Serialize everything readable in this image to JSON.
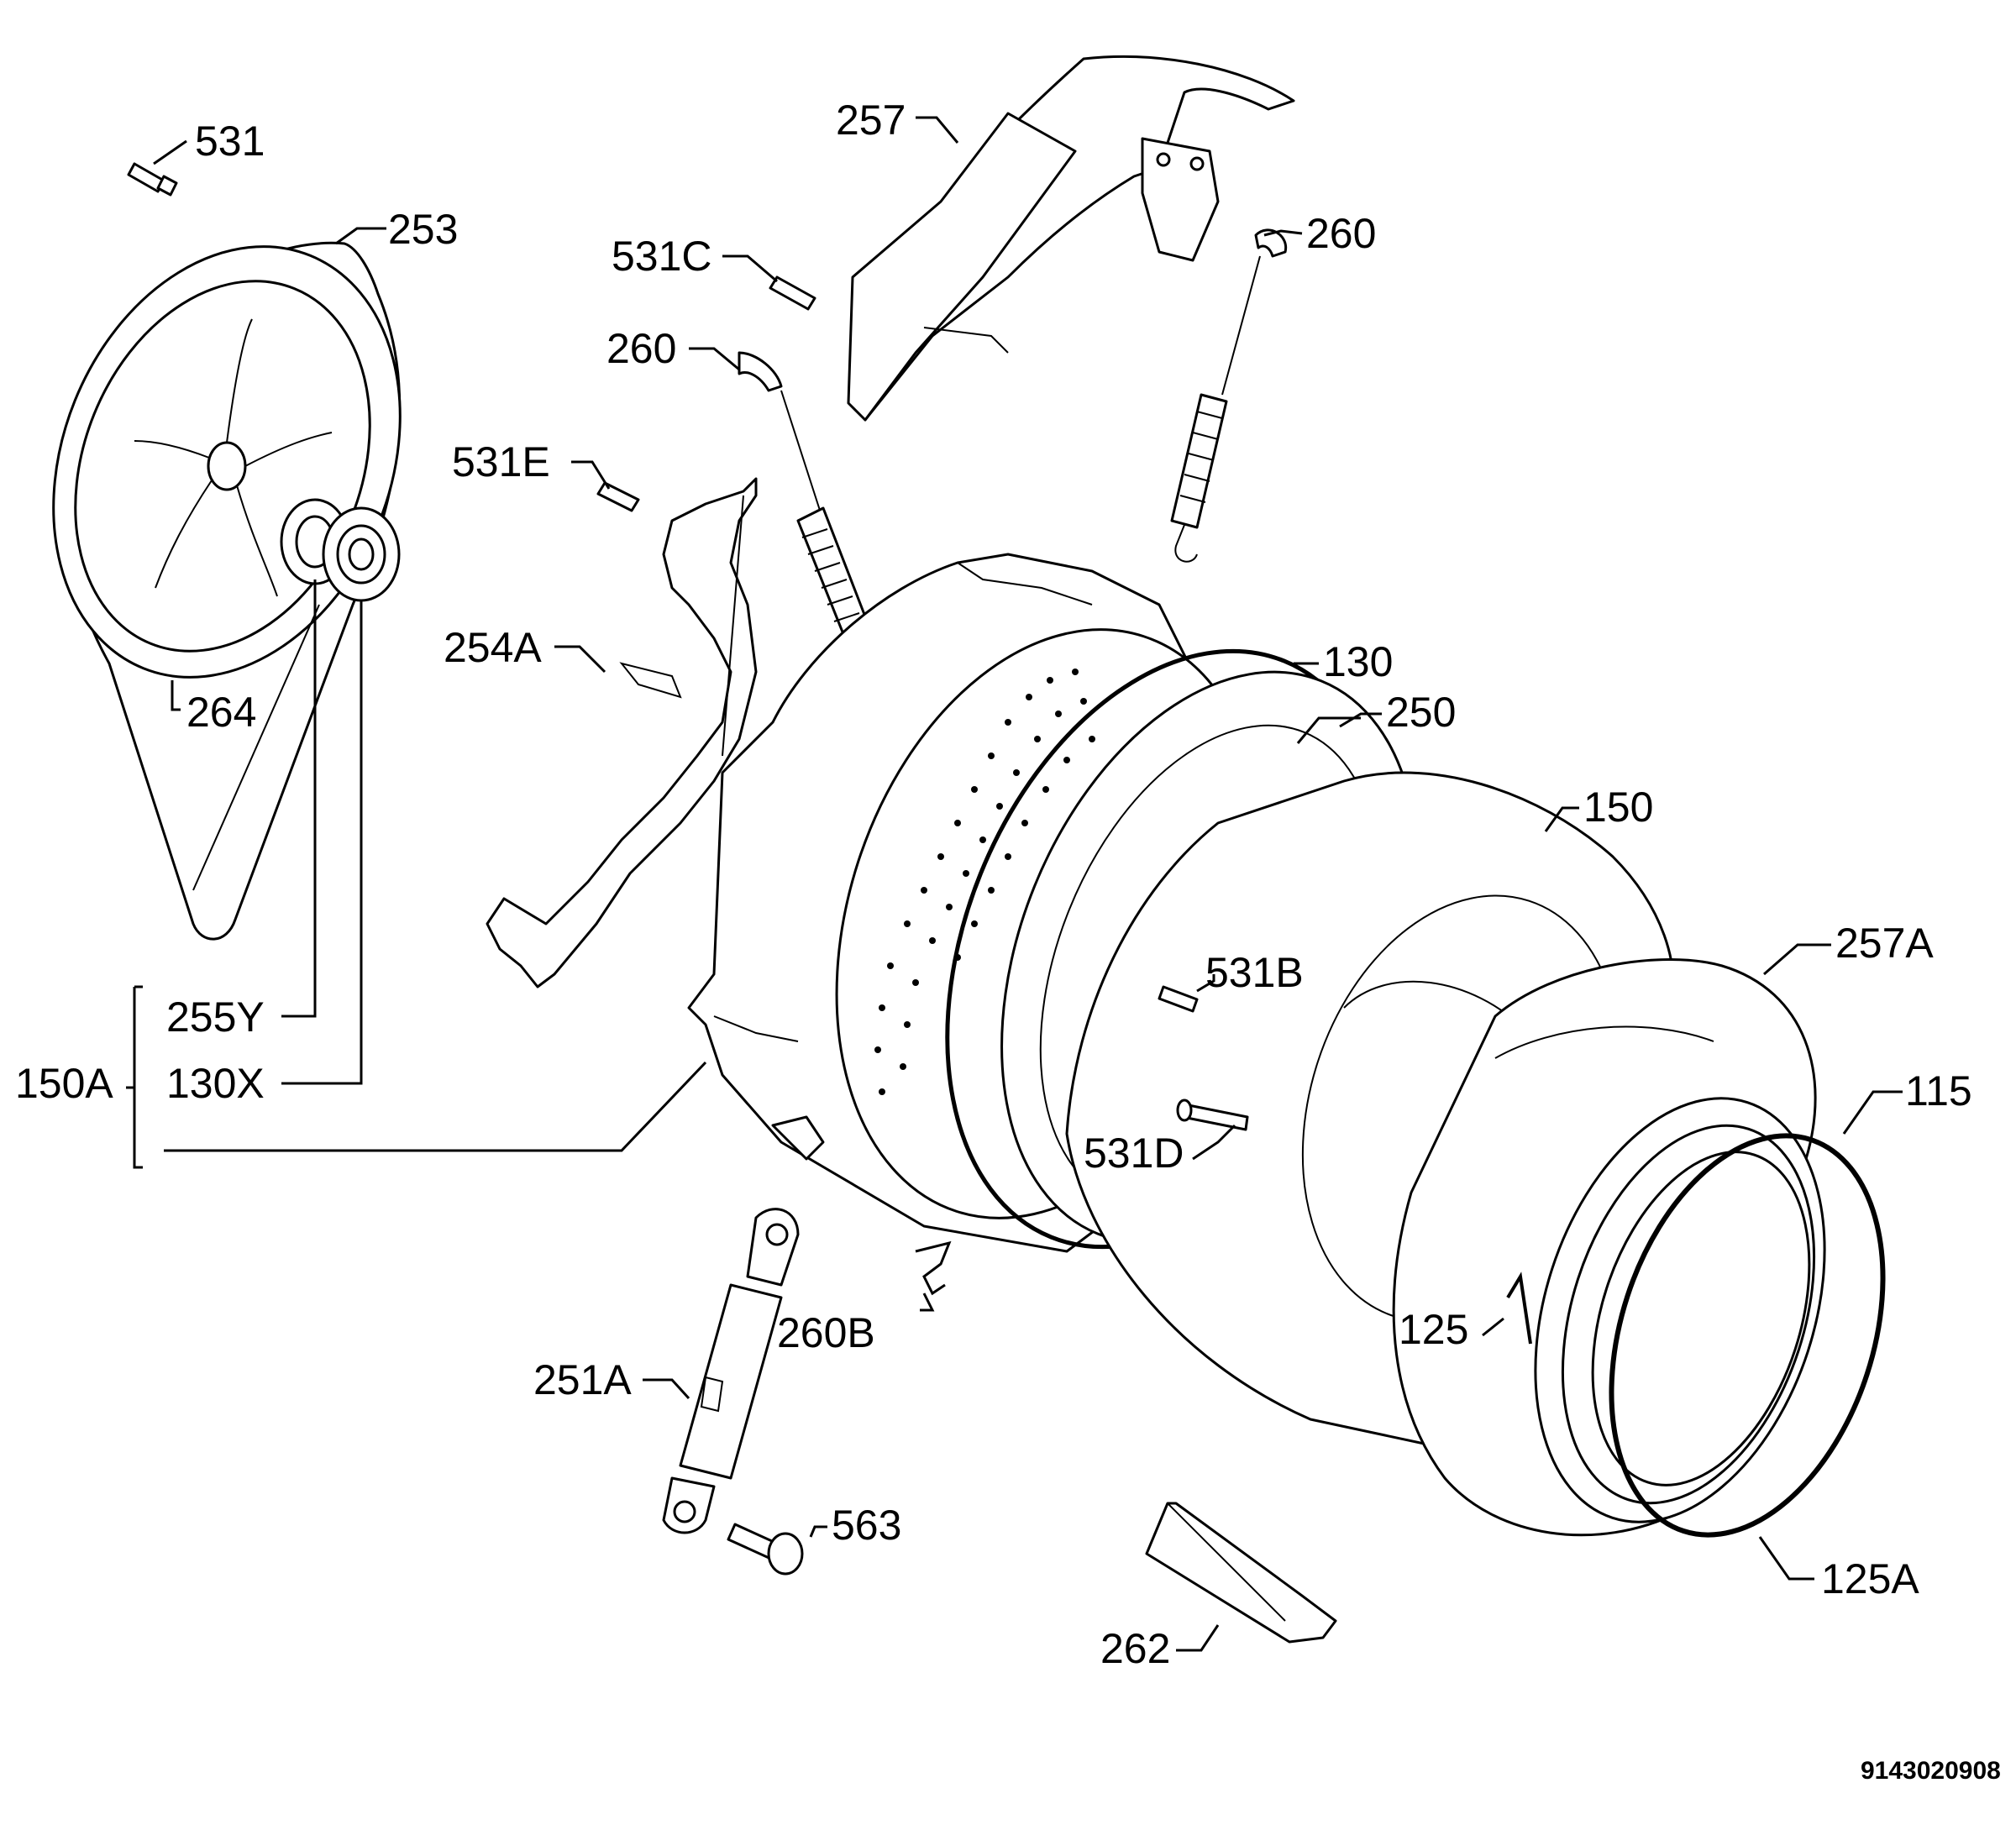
{
  "labels": {
    "p531": "531",
    "p253": "253",
    "p264": "264",
    "p255Y": "255Y",
    "p130X": "130X",
    "p150A": "150A",
    "p257": "257",
    "p531C": "531C",
    "p260_left": "260",
    "p260_right": "260",
    "p531E": "531E",
    "p254A": "254A",
    "p130": "130",
    "p250": "250",
    "p150": "150",
    "p257A": "257A",
    "p115": "115",
    "p531B": "531B",
    "p531D": "531D",
    "p125": "125",
    "p125A": "125A",
    "p260B": "260B",
    "p251A": "251A",
    "p563": "563",
    "p262": "262"
  },
  "reference_number": "9143020908",
  "colors": {
    "line": "#000000",
    "background": "#ffffff"
  }
}
